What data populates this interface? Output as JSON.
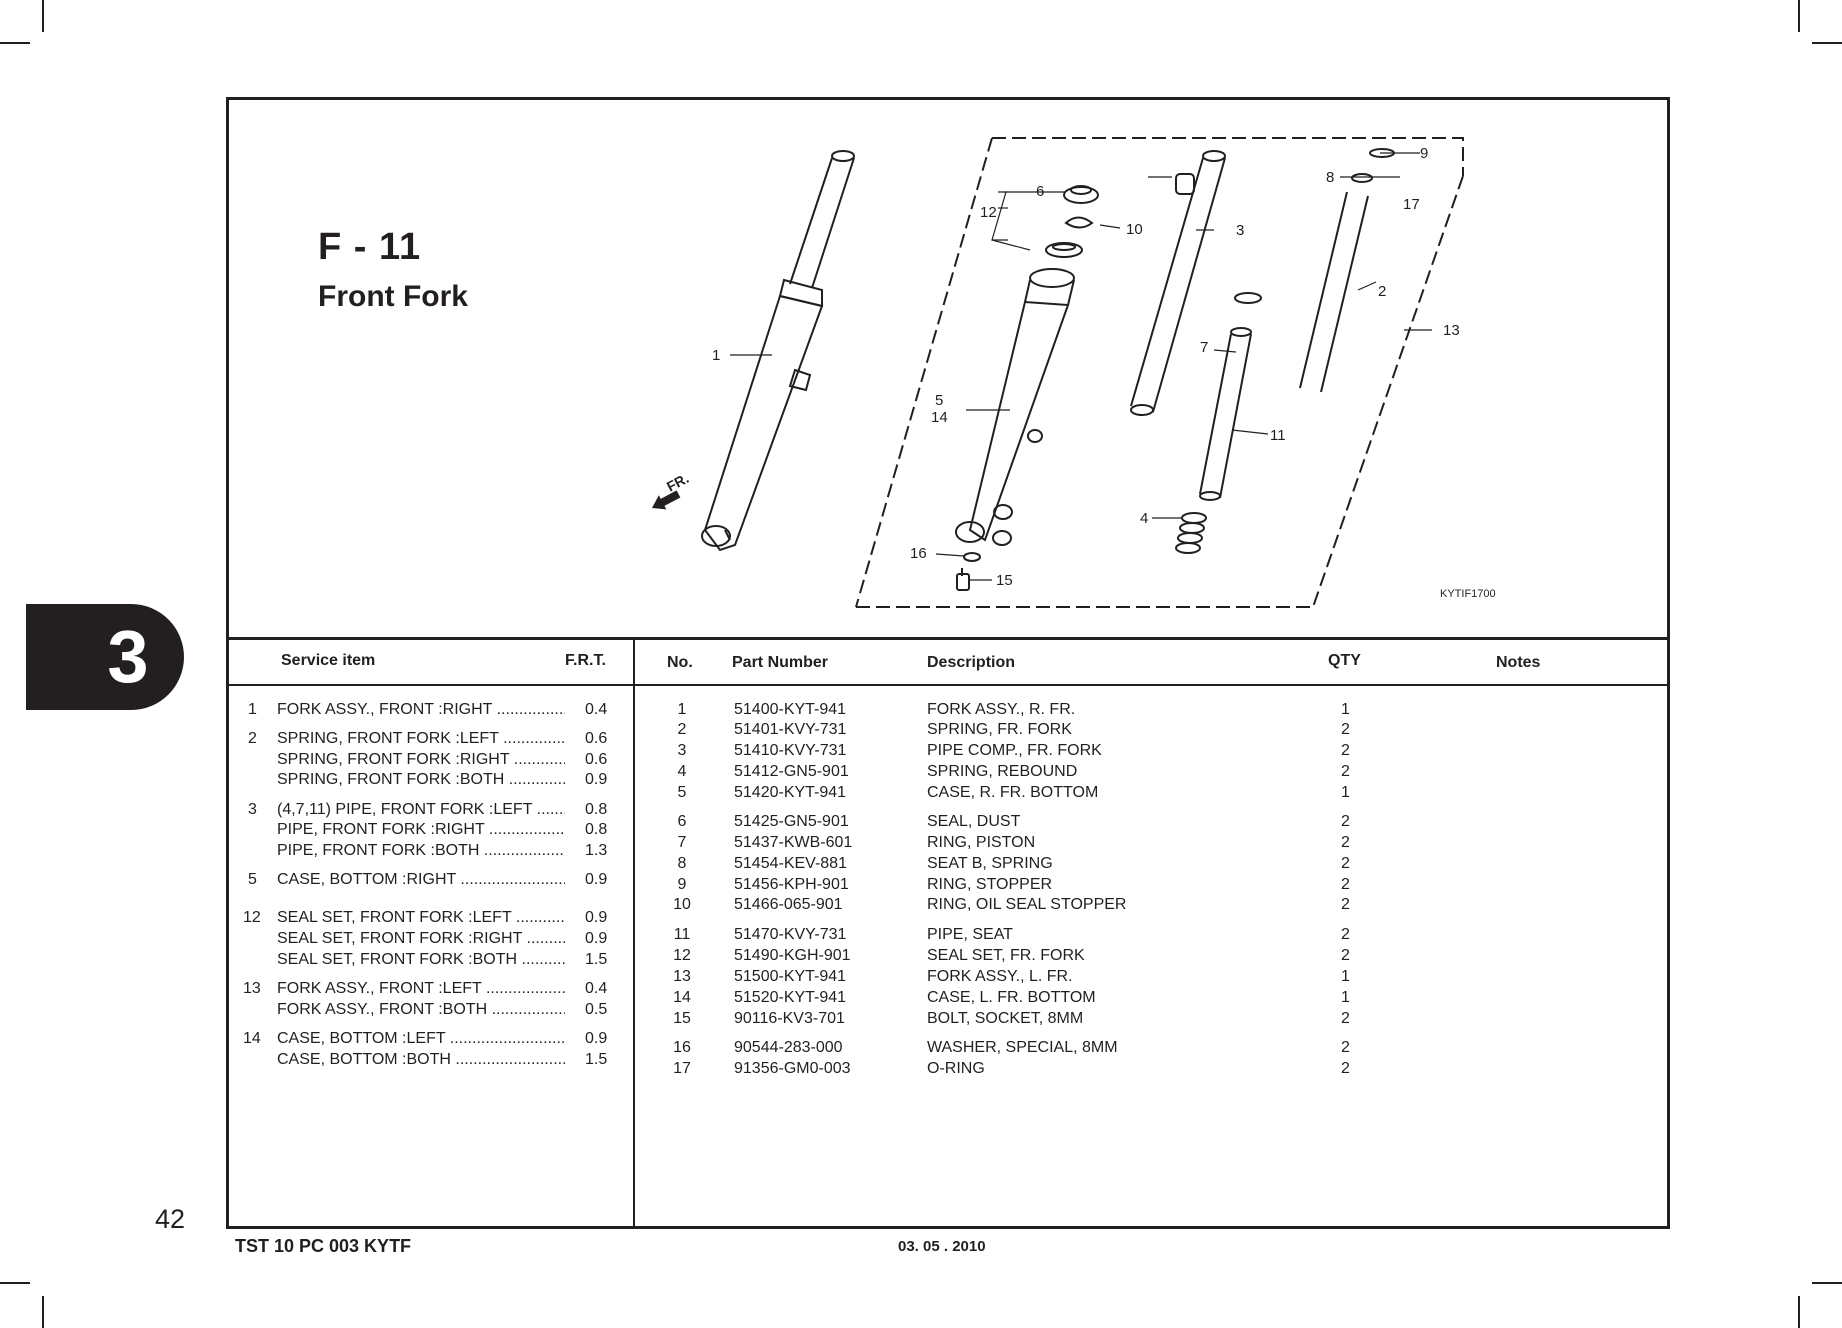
{
  "section": {
    "code": "F - 11",
    "name": "Front Fork",
    "tab_number": "3"
  },
  "page_number": "42",
  "footer": {
    "doc_code": "TST 10 PC 003 KYTF",
    "date": "03. 05 . 2010"
  },
  "diagram": {
    "image_code": "KYTIF1700",
    "direction_label": "FR.",
    "callouts": [
      "1",
      "2",
      "3",
      "4",
      "5",
      "6",
      "7",
      "8",
      "9",
      "10",
      "11",
      "12",
      "13",
      "14",
      "15",
      "16",
      "17"
    ]
  },
  "service_table": {
    "headers": {
      "item": "Service item",
      "frt": "F.R.T."
    },
    "rows": [
      {
        "no": "1",
        "label": "FORK ASSY., FRONT :RIGHT",
        "frt": "0.4"
      },
      {
        "no": "2",
        "label": "SPRING, FRONT FORK :LEFT",
        "frt": "0.6"
      },
      {
        "no": "",
        "label": "SPRING, FRONT FORK :RIGHT",
        "frt": "0.6"
      },
      {
        "no": "",
        "label": "SPRING, FRONT FORK :BOTH",
        "frt": "0.9"
      },
      {
        "no": "3",
        "label": "(4,7,11)  PIPE, FRONT FORK :LEFT",
        "frt": "0.8"
      },
      {
        "no": "",
        "label": "PIPE, FRONT FORK :RIGHT",
        "frt": "0.8"
      },
      {
        "no": "",
        "label": "PIPE, FRONT FORK :BOTH",
        "frt": "1.3"
      },
      {
        "no": "5",
        "label": "CASE, BOTTOM :RIGHT",
        "frt": "0.9"
      },
      {
        "no": "12",
        "label": "SEAL SET, FRONT FORK :LEFT",
        "frt": "0.9"
      },
      {
        "no": "",
        "label": "SEAL SET, FRONT FORK :RIGHT",
        "frt": "0.9"
      },
      {
        "no": "",
        "label": "SEAL SET, FRONT FORK :BOTH",
        "frt": "1.5"
      },
      {
        "no": "13",
        "label": "FORK ASSY., FRONT :LEFT",
        "frt": "0.4"
      },
      {
        "no": "",
        "label": "FORK ASSY., FRONT :BOTH",
        "frt": "0.5"
      },
      {
        "no": "14",
        "label": "CASE, BOTTOM :LEFT",
        "frt": "0.9"
      },
      {
        "no": "",
        "label": "CASE, BOTTOM :BOTH",
        "frt": "1.5"
      }
    ]
  },
  "parts_table": {
    "headers": {
      "no": "No.",
      "part_number": "Part Number",
      "description": "Description",
      "qty": "QTY",
      "notes": "Notes"
    },
    "rows": [
      {
        "no": "1",
        "part": "51400-KYT-941",
        "desc": "FORK ASSY., R. FR.",
        "qty": "1"
      },
      {
        "no": "2",
        "part": "51401-KVY-731",
        "desc": "SPRING, FR. FORK",
        "qty": "2"
      },
      {
        "no": "3",
        "part": "51410-KVY-731",
        "desc": "PIPE COMP., FR. FORK",
        "qty": "2"
      },
      {
        "no": "4",
        "part": "51412-GN5-901",
        "desc": "SPRING, REBOUND",
        "qty": "2"
      },
      {
        "no": "5",
        "part": "51420-KYT-941",
        "desc": "CASE, R. FR. BOTTOM",
        "qty": "1"
      },
      {
        "no": "6",
        "part": "51425-GN5-901",
        "desc": "SEAL, DUST",
        "qty": "2"
      },
      {
        "no": "7",
        "part": "51437-KWB-601",
        "desc": "RING, PISTON",
        "qty": "2"
      },
      {
        "no": "8",
        "part": "51454-KEV-881",
        "desc": "SEAT B, SPRING",
        "qty": "2"
      },
      {
        "no": "9",
        "part": "51456-KPH-901",
        "desc": "RING, STOPPER",
        "qty": "2"
      },
      {
        "no": "10",
        "part": "51466-065-901",
        "desc": "RING, OIL SEAL STOPPER",
        "qty": "2"
      },
      {
        "no": "11",
        "part": "51470-KVY-731",
        "desc": "PIPE, SEAT",
        "qty": "2"
      },
      {
        "no": "12",
        "part": "51490-KGH-901",
        "desc": "SEAL SET, FR. FORK",
        "qty": "2"
      },
      {
        "no": "13",
        "part": "51500-KYT-941",
        "desc": "FORK ASSY., L. FR.",
        "qty": "1"
      },
      {
        "no": "14",
        "part": "51520-KYT-941",
        "desc": "CASE, L. FR. BOTTOM",
        "qty": "1"
      },
      {
        "no": "15",
        "part": "90116-KV3-701",
        "desc": "BOLT, SOCKET, 8MM",
        "qty": "2"
      },
      {
        "no": "16",
        "part": "90544-283-000",
        "desc": "WASHER, SPECIAL, 8MM",
        "qty": "2"
      },
      {
        "no": "17",
        "part": "91356-GM0-003",
        "desc": "O-RING",
        "qty": "2"
      }
    ]
  }
}
